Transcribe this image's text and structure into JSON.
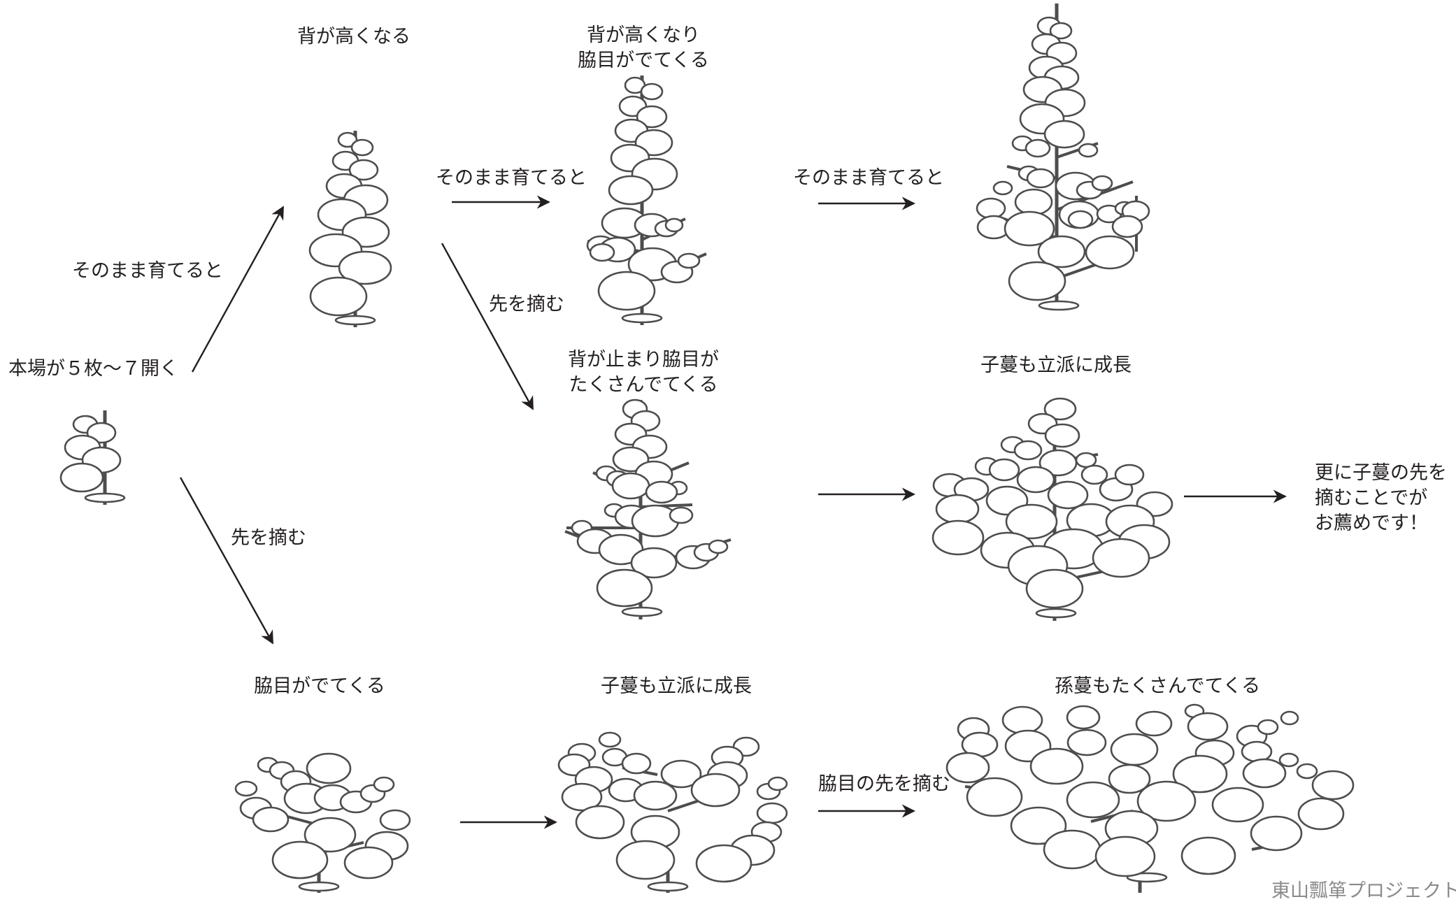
{
  "labels": {
    "start": "本場が５枚〜７開く",
    "grow_up_left": "そのまま育てると",
    "pinch_down_left": "先を摘む",
    "tall_title": "背が高くなる",
    "grow_right_1": "そのまま育てると",
    "pinch_mid": "先を摘む",
    "tall_buds_title_1": "背が高くなり",
    "tall_buds_title_2": "脇目がでてくる",
    "grow_right_2": "そのまま育てると",
    "stop_buds_title_1": "背が止まり脇目が",
    "stop_buds_title_2": "たくさんでてくる",
    "vines_grow_mid": "子蔓も立派に成長",
    "recommend_1": "更に子蔓の先を",
    "recommend_2": "摘むことでが",
    "recommend_3": "お薦めです！",
    "buds_title": "脇目がでてくる",
    "vines_grow_bottom": "子蔓も立派に成長",
    "pinch_buds": "脇目の先を摘む",
    "grandvines": "孫蔓もたくさんでてくる",
    "watermark": "東山瓢箪プロジェクト"
  },
  "colors": {
    "leaf_stroke": "#4d4d4d",
    "arrow": "#231f20",
    "text": "#231f20"
  }
}
